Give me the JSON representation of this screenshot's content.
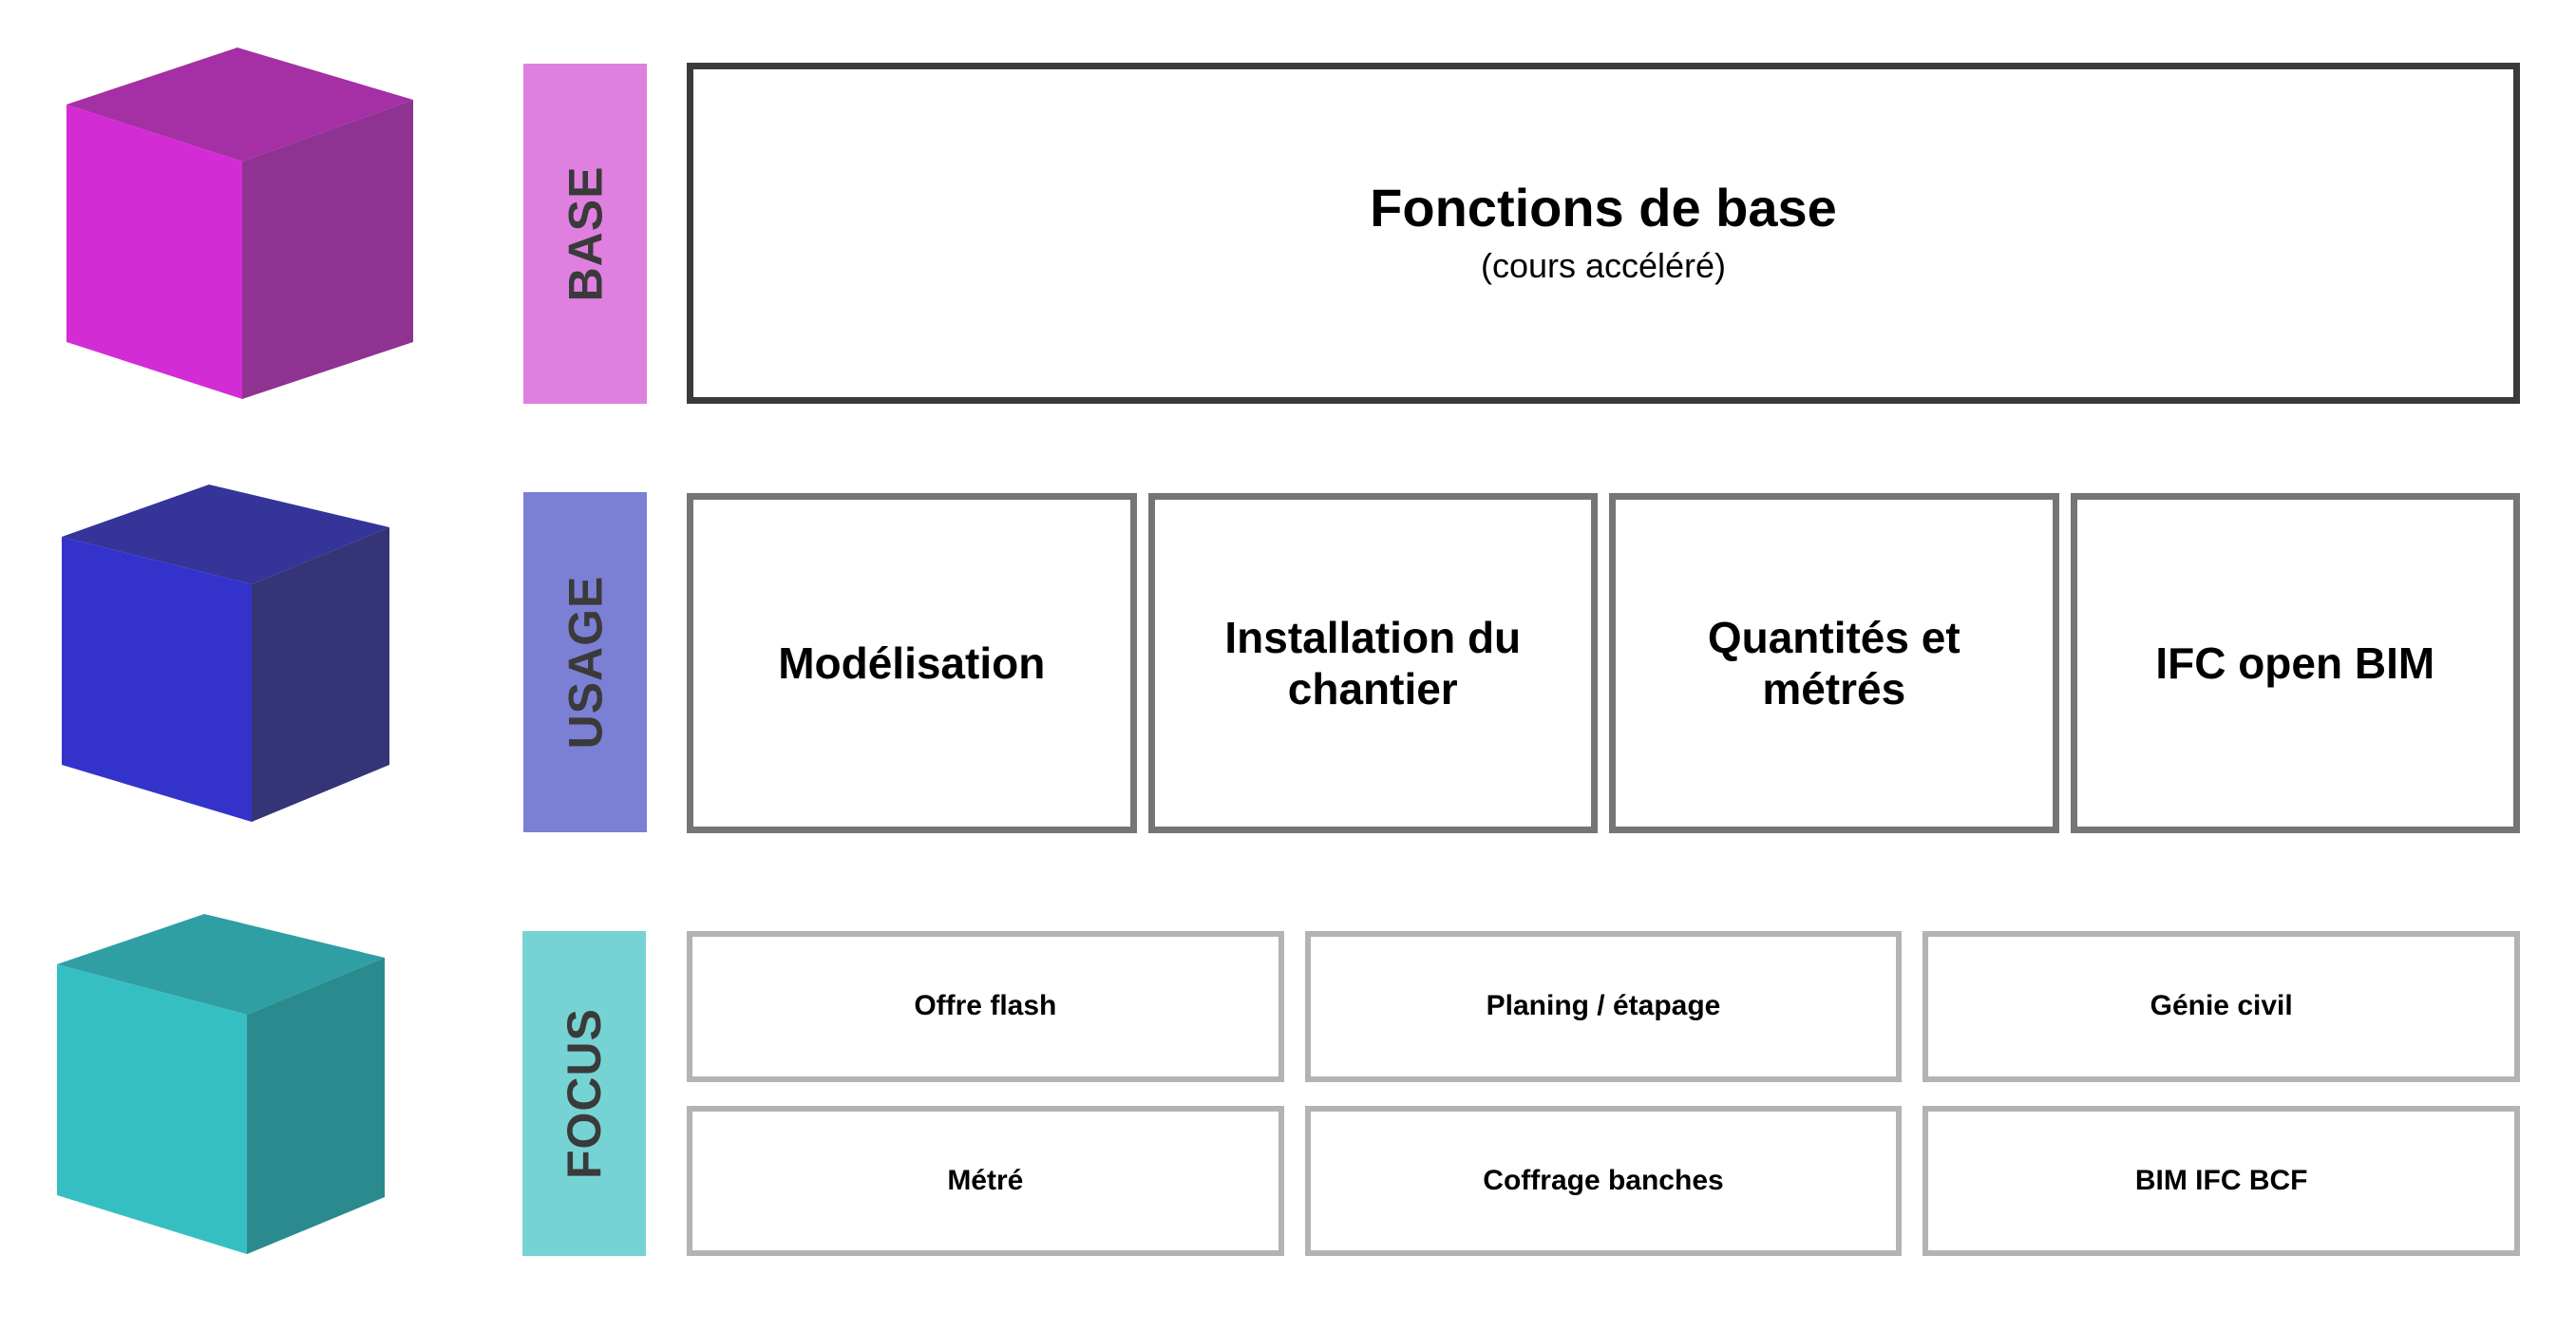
{
  "rows": [
    {
      "key": "base",
      "label": "BASE",
      "bar_color": "#DF80E0",
      "cube": {
        "name": "magenta-cube",
        "front": "#D42CD4",
        "top": "#A52FA5",
        "side": "#8E3392"
      },
      "box": {
        "title": "Fonctions de base",
        "subtitle": "(cours accéléré)",
        "border_color": "#3A3A3A"
      }
    },
    {
      "key": "usage",
      "label": "USAGE",
      "bar_color": "#7B80D4",
      "cube": {
        "name": "blue-cube",
        "front": "#3333CC",
        "top": "#343499",
        "side": "#343477"
      },
      "cards": [
        {
          "label": "Modélisation"
        },
        {
          "label": "Installation du chantier"
        },
        {
          "label": "Quantités et métrés"
        },
        {
          "label": "IFC open BIM"
        }
      ],
      "card_border_color": "#757575"
    },
    {
      "key": "focus",
      "label": "FOCUS",
      "bar_color": "#76D3D3",
      "cube": {
        "name": "teal-cube",
        "front": "#36BFC3",
        "top": "#2F9FA3",
        "side": "#2A8A8E"
      },
      "cards": [
        {
          "label": "Offre flash"
        },
        {
          "label": "Planing / étapage"
        },
        {
          "label": "Génie civil"
        },
        {
          "label": "Métré"
        },
        {
          "label": "Coffrage banches"
        },
        {
          "label": "BIM IFC BCF"
        }
      ],
      "card_border_color": "#B3B3B3"
    }
  ]
}
